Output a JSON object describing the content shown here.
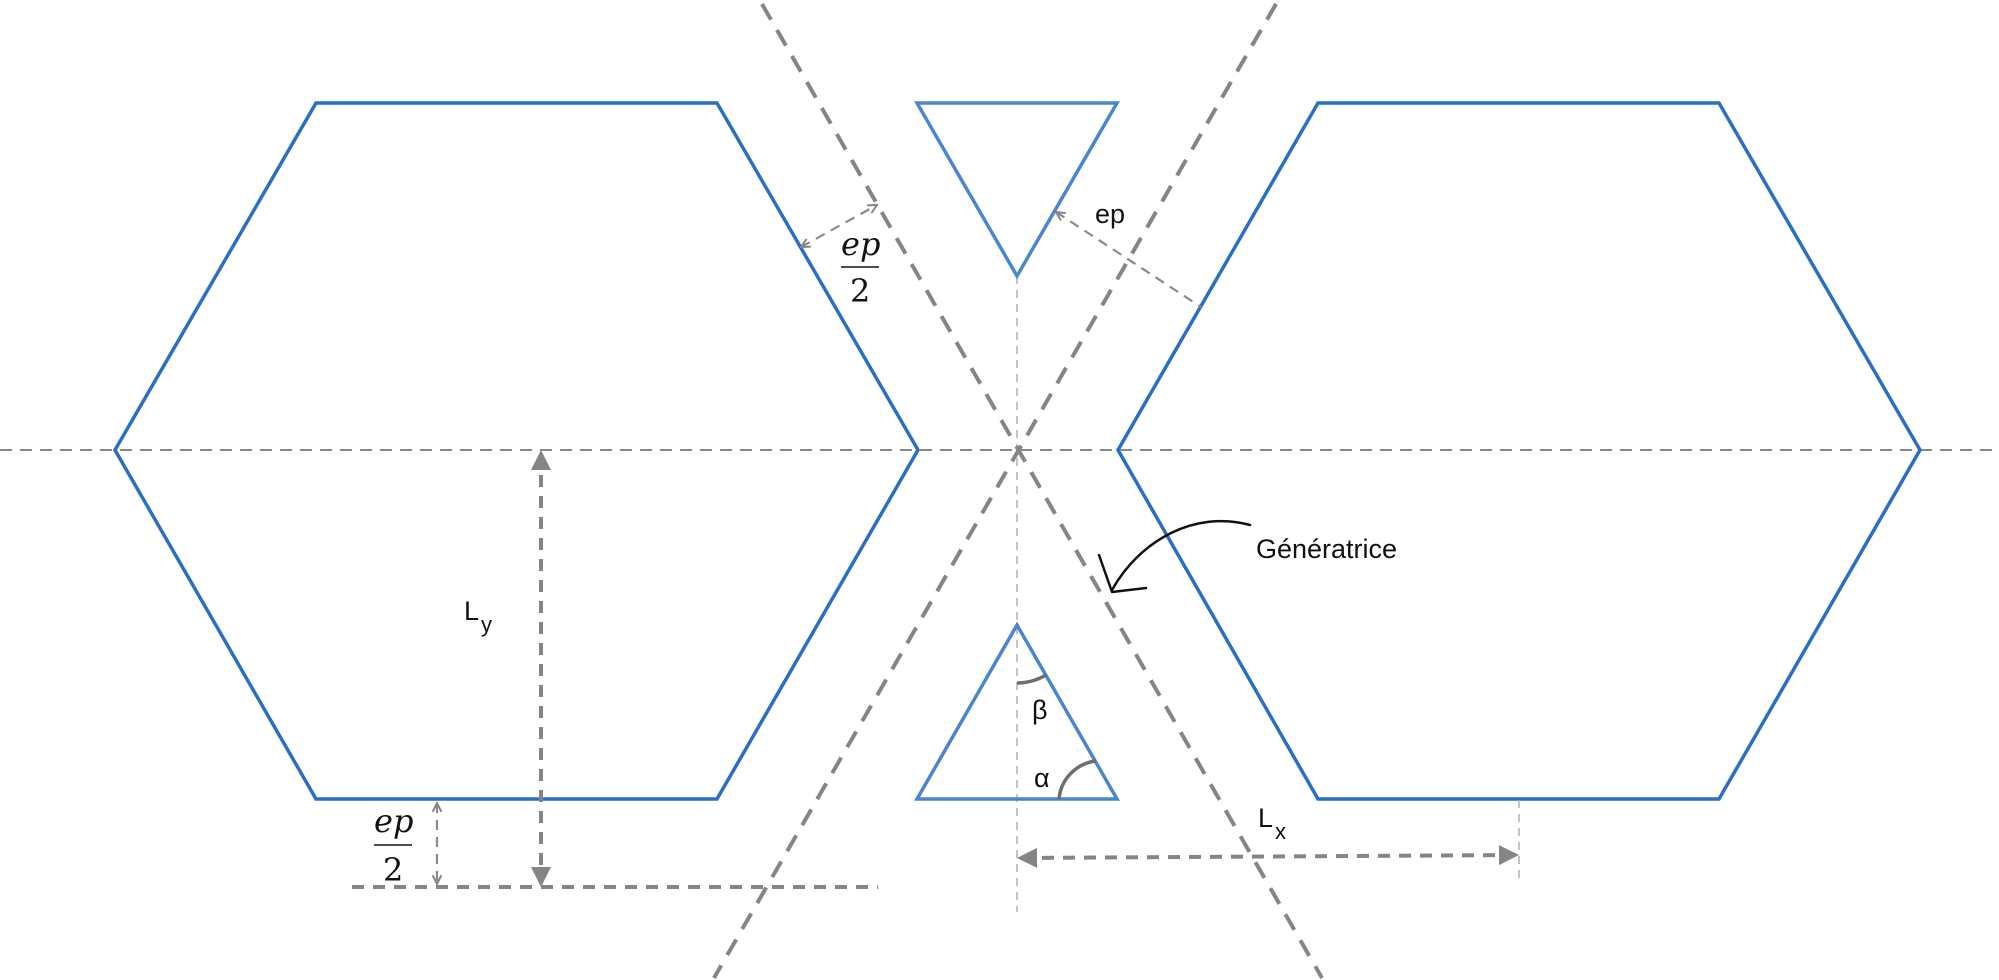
{
  "labels": {
    "ep_half_numerator": "ep",
    "ep_half_denominator": "2",
    "ep": "ep",
    "generatrice": "Génératrice",
    "ly_main": "L",
    "ly_sub": "y",
    "lx_main": "L",
    "lx_sub": "x",
    "alpha": "α",
    "beta": "β"
  },
  "colors": {
    "cell_outline": "#2a6fc4",
    "construction_lines": "#858585",
    "text": "#111111"
  }
}
